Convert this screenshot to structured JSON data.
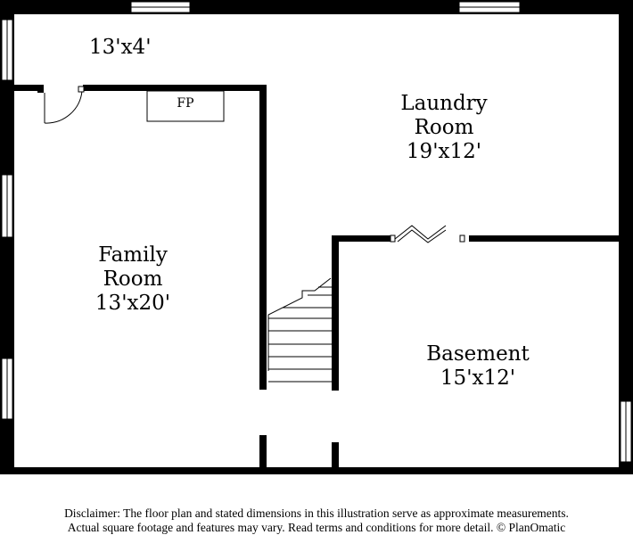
{
  "rooms": {
    "hall": {
      "dims": "13'x4'"
    },
    "laundry": {
      "name_line1": "Laundry",
      "name_line2": "Room",
      "dims": "19'x12'"
    },
    "family": {
      "name_line1": "Family",
      "name_line2": "Room",
      "dims": "13'x20'"
    },
    "basement": {
      "name": "Basement",
      "dims": "15'x12'"
    }
  },
  "fixtures": {
    "fireplace": "FP"
  },
  "disclaimer": {
    "line1": "Disclaimer: The floor plan and stated dimensions in this illustration serve as approximate measurements.",
    "line2": "Actual square footage and features may vary. Read terms and conditions for more detail. © PlanOmatic"
  }
}
